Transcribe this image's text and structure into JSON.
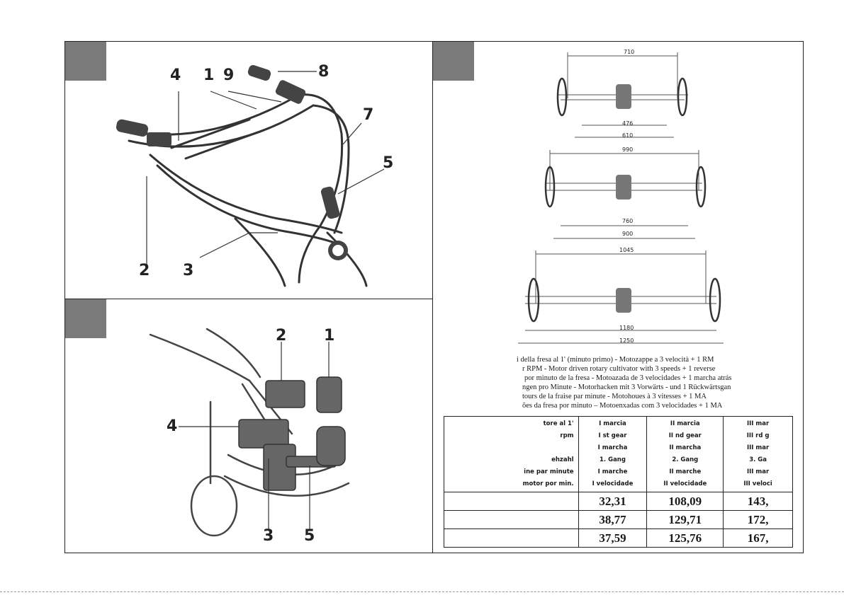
{
  "panels": {
    "top_left": {
      "callouts": [
        "4",
        "1",
        "9",
        "8",
        "7",
        "5",
        "2",
        "3"
      ]
    },
    "bottom_left": {
      "callouts": [
        "2",
        "1",
        "4",
        "3",
        "5"
      ]
    },
    "right": {
      "tiller_dims": [
        {
          "top": "710",
          "inner": "476",
          "outer": "610"
        },
        {
          "top": "990",
          "inner": "760",
          "outer": "900"
        },
        {
          "top": "1045",
          "inner": "1180",
          "outer": "1250"
        }
      ]
    }
  },
  "caption_lines": [
    "i della fresa al 1' (minuto primo) - Motozappe a 3 velocità + 1 RM",
    "r RPM - Motor driven rotary cultivator with 3 speeds + 1 reverse",
    "por minuto de la fresa - Motoazada de 3 velocidades + 1 marcha atrás",
    "ngen pro Minute - Motorhacken mit 3 Vorwärts - und 1 Rückwärtsgan",
    "tours de la fraise par minute - Motohoues à 3 vitesses + 1 MA",
    "ões da fresa por minuto – Motoenxadas com 3 velocidades + 1 MA"
  ],
  "table": {
    "label_col": [
      "tore al 1'",
      "rpm",
      "",
      "ehzahl",
      "ine par minute",
      "motor por min."
    ],
    "gear_cols": [
      [
        "I marcia",
        "I st gear",
        "I marcha",
        "1. Gang",
        "I marche",
        "I velocidade"
      ],
      [
        "II marcia",
        "II nd gear",
        "II marcha",
        "2. Gang",
        "II marche",
        "II velocidade"
      ],
      [
        "III mar",
        "III rd g",
        "III mar",
        "3. Ga",
        "III mar",
        "III veloci"
      ]
    ],
    "rows": [
      [
        "",
        "32,31",
        "108,09",
        "143,"
      ],
      [
        "",
        "38,77",
        "129,71",
        "172,"
      ],
      [
        "",
        "37,59",
        "125,76",
        "167,"
      ]
    ]
  }
}
